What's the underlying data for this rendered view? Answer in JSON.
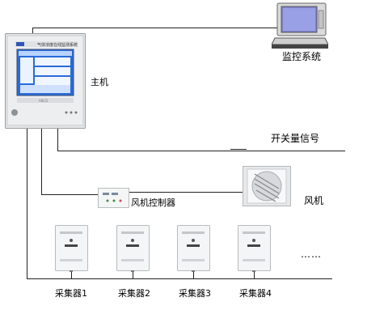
{
  "labels": {
    "monitor_system": "监控系统",
    "host": "主机",
    "switch_signal": "开关量信号",
    "fan_controller": "风机控制器",
    "fan": "风机",
    "collectors": [
      "采集器1",
      "采集器2",
      "采集器3",
      "采集器4"
    ],
    "ellipsis": "……",
    "host_panel_title": "气体浓度在线监测系统",
    "host_panel_brand": "ABCD"
  }
}
